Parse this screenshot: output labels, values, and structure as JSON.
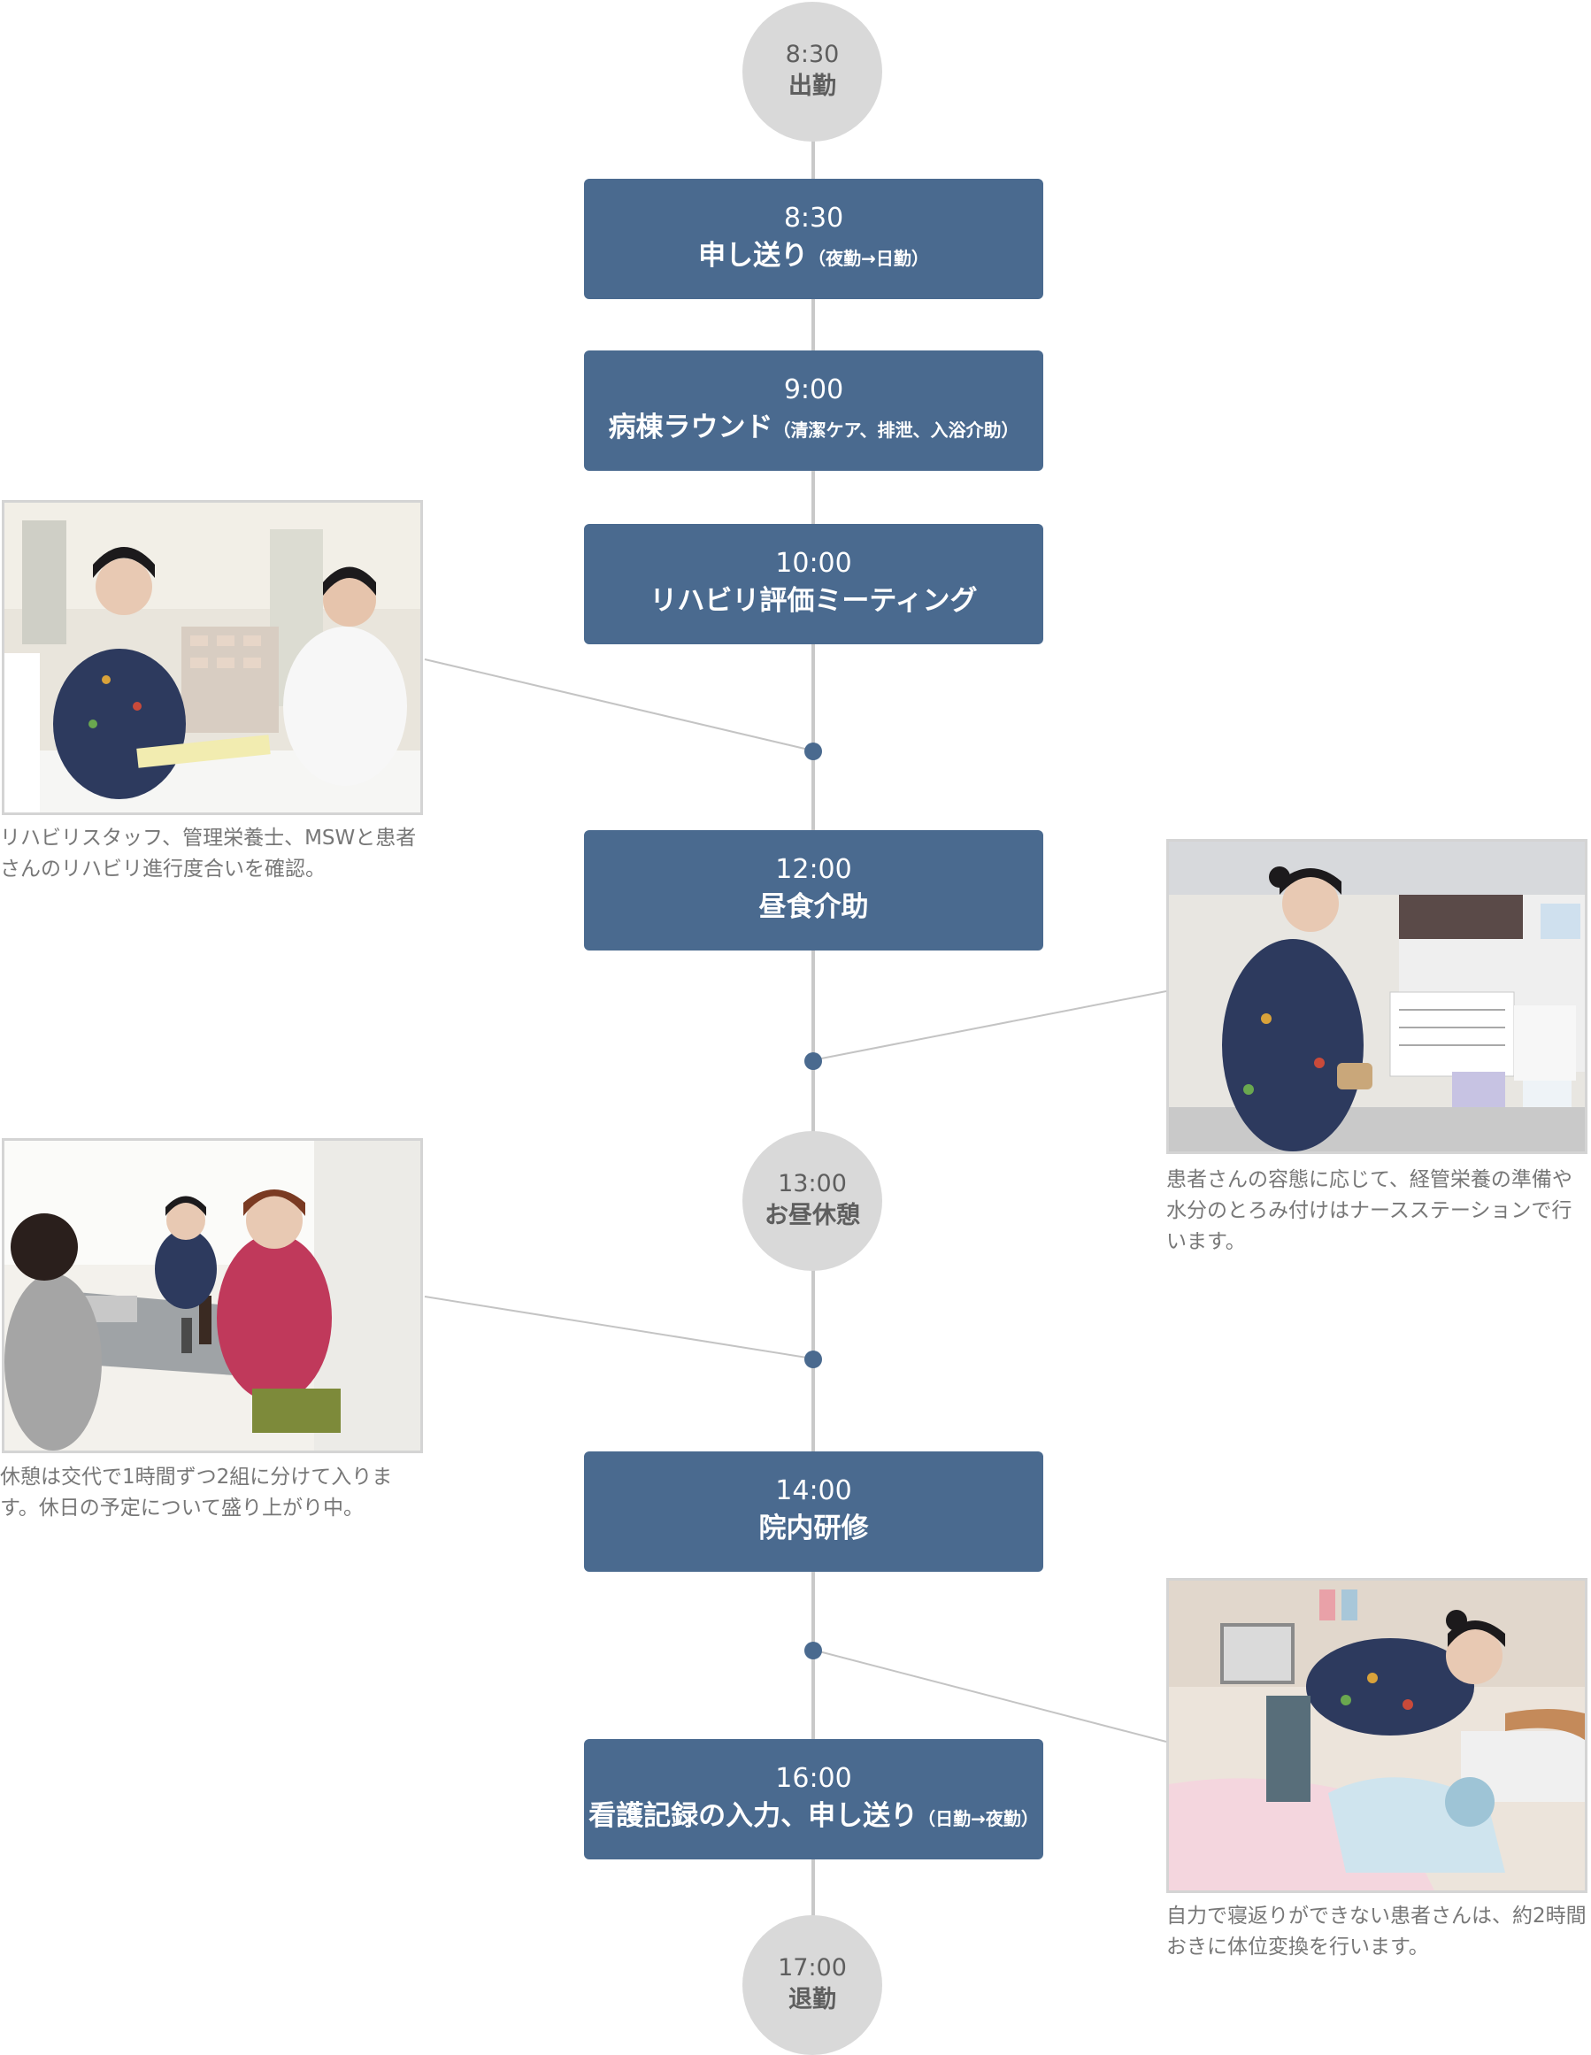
{
  "timeline": [
    {
      "kind": "circle",
      "time": "8:30",
      "label": "出勤"
    },
    {
      "kind": "box",
      "time": "8:30",
      "label": "申し送り",
      "sub": "（夜勤→日勤）"
    },
    {
      "kind": "box",
      "time": "9:00",
      "label": "病棟ラウンド",
      "sub": "（清潔ケア、排泄、入浴介助）"
    },
    {
      "kind": "box",
      "time": "10:00",
      "label": "リハビリ評価ミーティング",
      "sub": ""
    },
    {
      "kind": "box",
      "time": "12:00",
      "label": "昼食介助",
      "sub": ""
    },
    {
      "kind": "circle",
      "time": "13:00",
      "label": "お昼休憩"
    },
    {
      "kind": "box",
      "time": "14:00",
      "label": "院内研修",
      "sub": ""
    },
    {
      "kind": "box",
      "time": "16:00",
      "label": "看護記録の入力、申し送り",
      "sub": "（日勤→夜勤）"
    },
    {
      "kind": "circle",
      "time": "17:00",
      "label": "退勤"
    }
  ],
  "photos": [
    {
      "caption": "リハビリスタッフ、管理栄養士、MSWと患者さんのリハビリ進行度合いを確認。",
      "side": "left",
      "scene": "meeting-at-desk"
    },
    {
      "caption": "患者さんの容態に応じて、経管栄養の準備や水分のとろみ付けはナースステーションで行います。",
      "side": "right",
      "scene": "nurse-station-preparation"
    },
    {
      "caption": "休憩は交代で1時間ずつ2組に分けて入ります。休日の予定について盛り上がり中。",
      "side": "left",
      "scene": "break-room-table"
    },
    {
      "caption": "自力で寝返りができない患者さんは、約2時間おきに体位変換を行います。",
      "side": "right",
      "scene": "patient-repositioning"
    }
  ],
  "colors": {
    "box": "#4a6a8f",
    "circle": "#d9d9d9",
    "line": "#c9c9c9",
    "caption": "#777777"
  }
}
